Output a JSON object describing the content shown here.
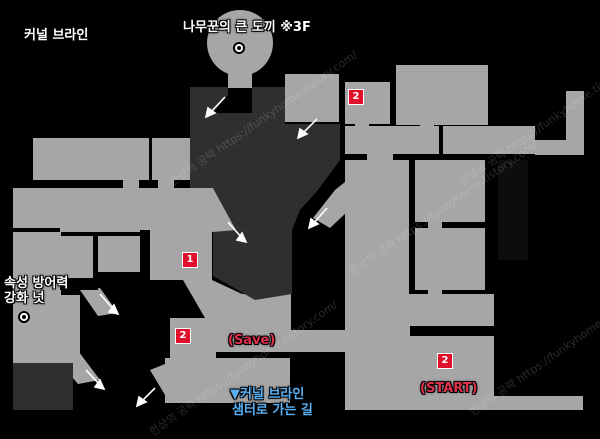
{
  "map": {
    "title": "커널 브라인",
    "colors": {
      "floor": "#a6a6a6",
      "dark_floor": "#2f2f2f",
      "background": "#000000",
      "badge": "#e0102a",
      "save_text": "#e0304a",
      "exit_text": "#59b0f5"
    },
    "points_of_interest": [
      {
        "label": "나무꾼의 큰 도끼 ※3F",
        "icon": "target-circle-icon"
      },
      {
        "label_line1": "속성 방어력",
        "label_line2": "강화 넛",
        "icon": "target-circle-icon"
      }
    ],
    "markers": [
      {
        "number": "2"
      },
      {
        "number": "1"
      },
      {
        "number": "2"
      },
      {
        "number": "2"
      }
    ],
    "save_label": "(Save)",
    "start_label": "(START)",
    "exit_label_line1": "▼커널 브라인",
    "exit_label_line2": "샘터로 가는 길",
    "watermark": "한상의 공략 https://funkyhome.tistory.com/"
  }
}
